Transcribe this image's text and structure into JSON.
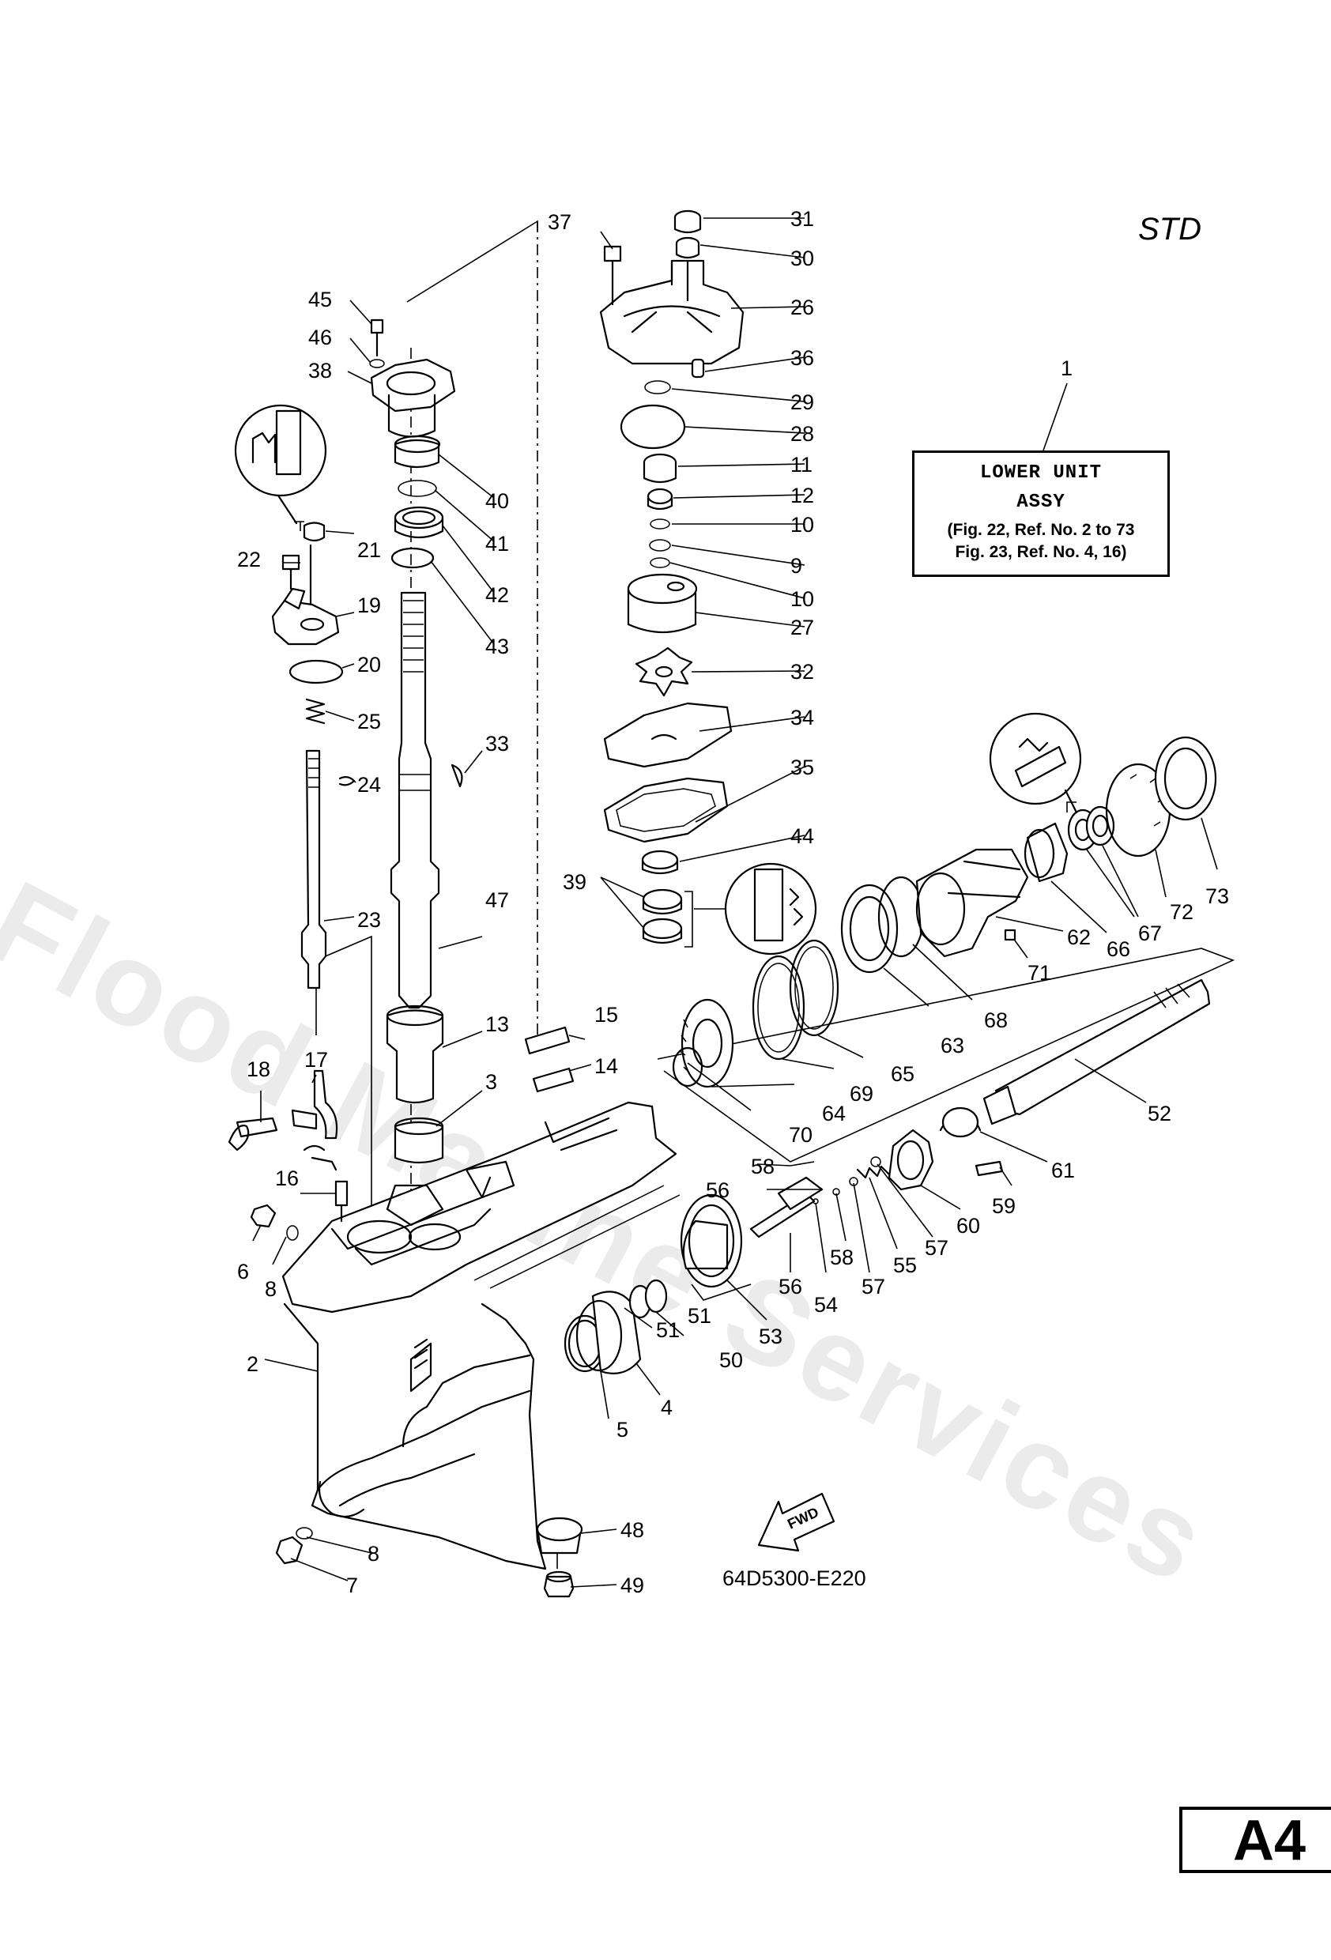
{
  "header": {
    "variant": "STD"
  },
  "note_box": {
    "line1": "LOWER UNIT",
    "line2": "ASSY",
    "line3": "(Fig. 22, Ref. No. 2 to 73",
    "line4": "Fig. 23, Ref. No. 4, 16)"
  },
  "drawing_code": "64D5300-E220",
  "page_tag": "A4",
  "watermark": "Flood Marine Services",
  "part_labels": {
    "p1": "1",
    "p2": "2",
    "p3": "3",
    "p4": "4",
    "p5": "5",
    "p6": "6",
    "p7": "7",
    "p8a": "8",
    "p8b": "8",
    "p9": "9",
    "p10a": "10",
    "p10b": "10",
    "p11": "11",
    "p12": "12",
    "p13": "13",
    "p14": "14",
    "p15": "15",
    "p16": "16",
    "p17": "17",
    "p18": "18",
    "p19": "19",
    "p20": "20",
    "p21": "21",
    "p22": "22",
    "p23": "23",
    "p24": "24",
    "p25": "25",
    "p26": "26",
    "p27": "27",
    "p28": "28",
    "p29": "29",
    "p30": "30",
    "p31": "31",
    "p32": "32",
    "p33": "33",
    "p34": "34",
    "p35": "35",
    "p36": "36",
    "p37": "37",
    "p38": "38",
    "p39": "39",
    "p40": "40",
    "p41": "41",
    "p42": "42",
    "p43": "43",
    "p44": "44",
    "p45": "45",
    "p46": "46",
    "p47": "47",
    "p48": "48",
    "p49": "49",
    "p50": "50",
    "p51a": "51",
    "p51b": "51",
    "p52": "52",
    "p53": "53",
    "p54": "54",
    "p55": "55",
    "p56a": "56",
    "p56b": "56",
    "p57a": "57",
    "p57b": "57",
    "p58a": "58",
    "p58b": "58",
    "p59": "59",
    "p60": "60",
    "p61": "61",
    "p62": "62",
    "p63": "63",
    "p64": "64",
    "p65": "65",
    "p66": "66",
    "p67": "67",
    "p68": "68",
    "p69": "69",
    "p70": "70",
    "p71": "71",
    "p72": "72",
    "p73": "73"
  }
}
